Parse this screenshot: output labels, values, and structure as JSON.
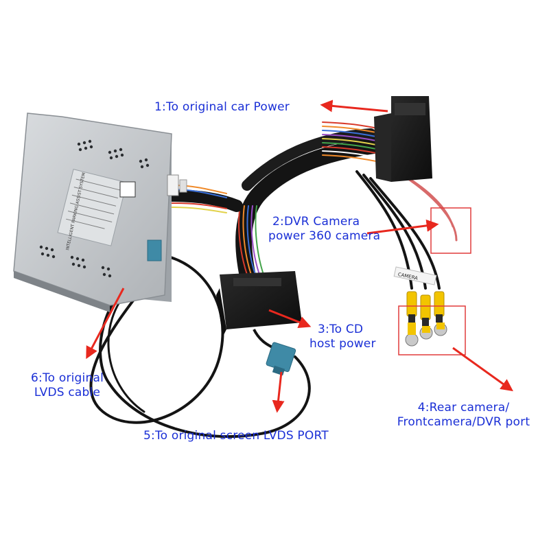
{
  "labels": {
    "car_power": "1:To original car Power",
    "dvr_line1": "2:DVR Camera",
    "dvr_line2": "power 360 camera",
    "cd_line1": "3:To CD",
    "cd_line2": "host power",
    "rear_line1": "4:Rear camera/",
    "rear_line2": "Frontcamera/DVR port",
    "screen_lvds": "5:To original screen LVDS PORT",
    "lvds_line1": "6:To original",
    "lvds_line2": "LVDS cable"
  },
  "module": {
    "title": "INTELLIGENT PARKING ASSIST SYSTEM",
    "tag1": "CAMERA"
  },
  "colors": {
    "text": "#1a2fd6",
    "arrow": "#e8281e",
    "highlight_box": "#e03a3a",
    "module_body": "#c8cbcf",
    "cable": "#141414",
    "connector": "#1b1b1b",
    "rca_yellow": "#f2c400",
    "fakra_blue": "#3f8aa6"
  }
}
